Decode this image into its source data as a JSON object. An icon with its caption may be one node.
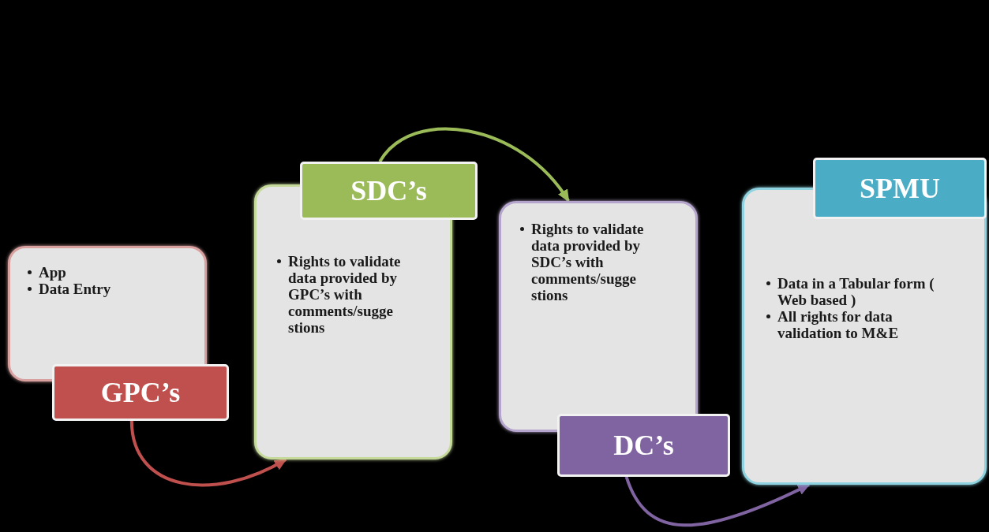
{
  "diagram": {
    "nodes": [
      {
        "text": [
          "App",
          "Data Entry"
        ]
      },
      {
        "text": [
          "GPC’s"
        ]
      },
      {
        "text": [
          "Rights to validate data provided by GPC’s with comments/sugge stions"
        ]
      },
      {
        "text": [
          "SDC’s"
        ]
      },
      {
        "text": [
          "Rights to validate data provided by SDC’s with comments/sugge stions"
        ]
      },
      {
        "text": [
          "DC’s"
        ]
      },
      {
        "text": [
          "Data in a Tabular form ( Web based )",
          "All rights for data validation to M&E"
        ]
      },
      {
        "text": [
          "SPMU"
        ]
      }
    ],
    "edges": [
      {
        "from": 1,
        "to": 2,
        "arrow": "to",
        "color": "#c0504d"
      },
      {
        "from": 3,
        "to": 4,
        "arrow": "to",
        "color": "#9bbb59"
      },
      {
        "from": 5,
        "to": 6,
        "arrow": "to",
        "color": "#8064a2"
      }
    ]
  }
}
